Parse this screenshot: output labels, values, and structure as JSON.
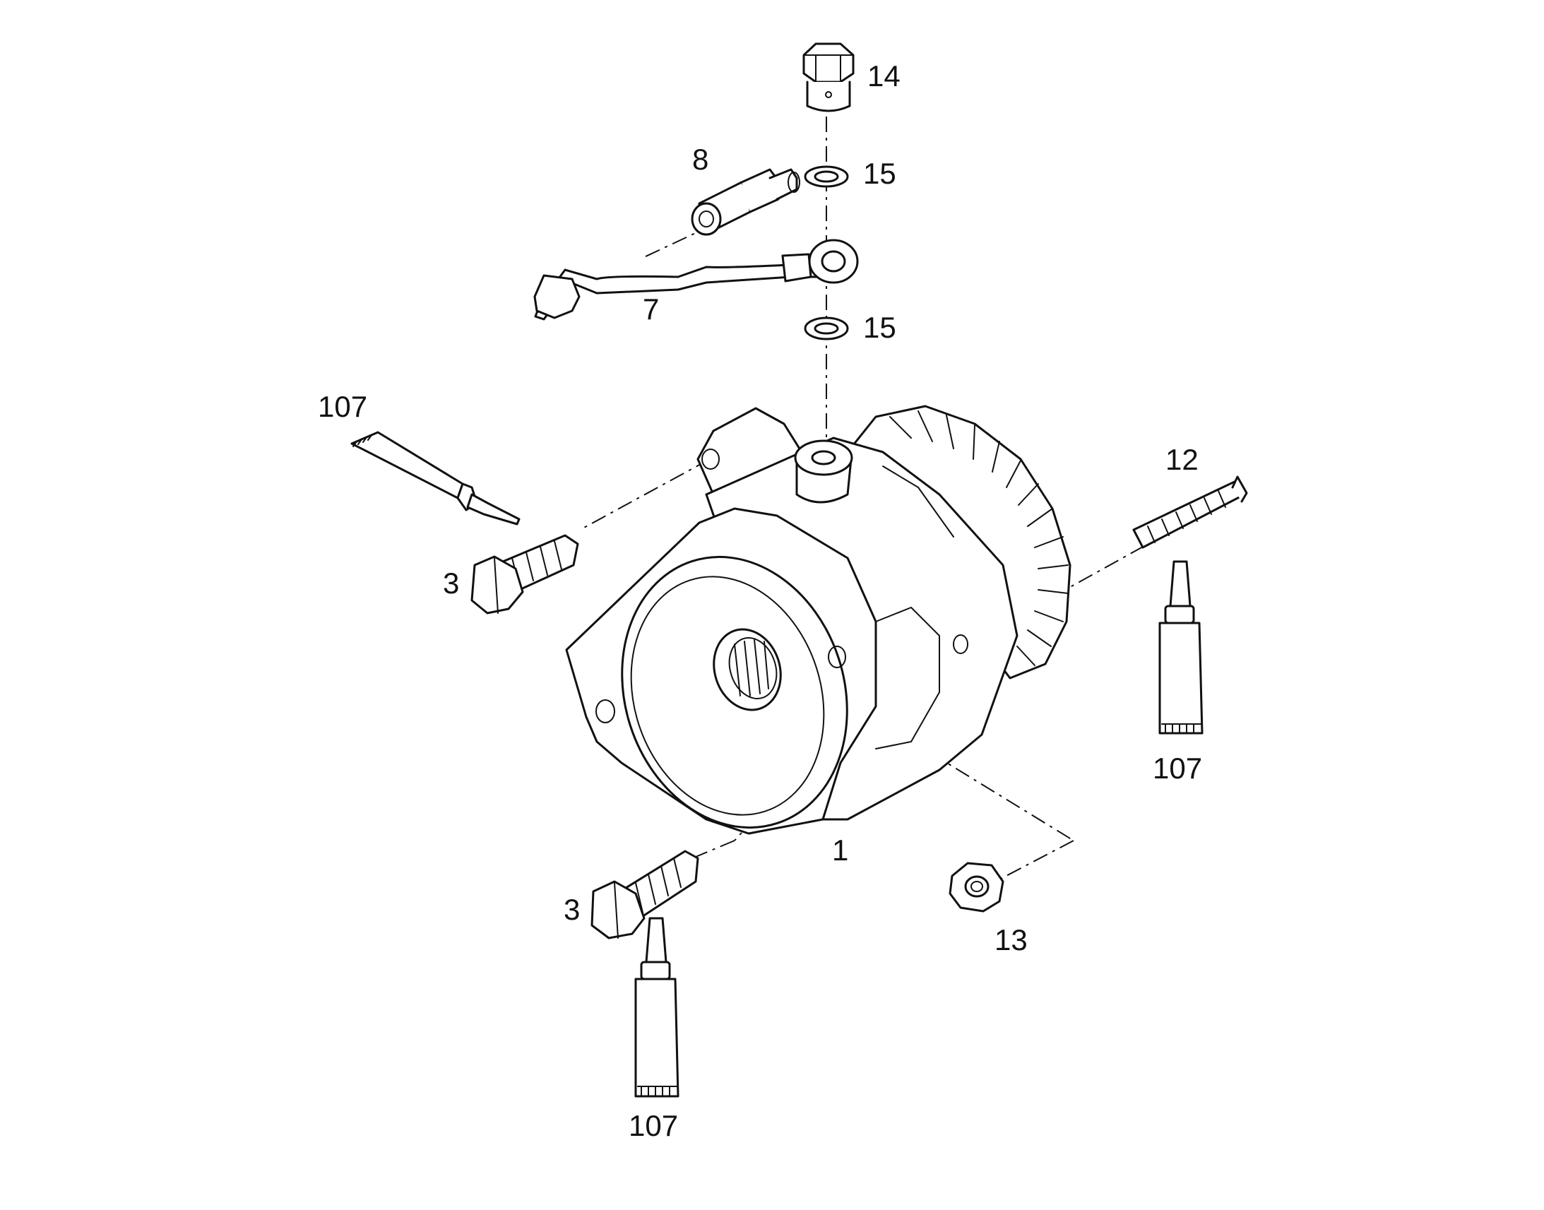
{
  "diagram": {
    "background": "#ffffff",
    "line_color": "#111111",
    "callouts": [
      {
        "id": "c14",
        "label": "14"
      },
      {
        "id": "c15a",
        "label": "15"
      },
      {
        "id": "c8",
        "label": "8"
      },
      {
        "id": "c7",
        "label": "7"
      },
      {
        "id": "c15b",
        "label": "15"
      },
      {
        "id": "c107a",
        "label": "107"
      },
      {
        "id": "c12",
        "label": "12"
      },
      {
        "id": "c3a",
        "label": "3"
      },
      {
        "id": "c107b",
        "label": "107"
      },
      {
        "id": "c1",
        "label": "1"
      },
      {
        "id": "c3b",
        "label": "3"
      },
      {
        "id": "c13",
        "label": "13"
      },
      {
        "id": "c107c",
        "label": "107"
      }
    ]
  }
}
